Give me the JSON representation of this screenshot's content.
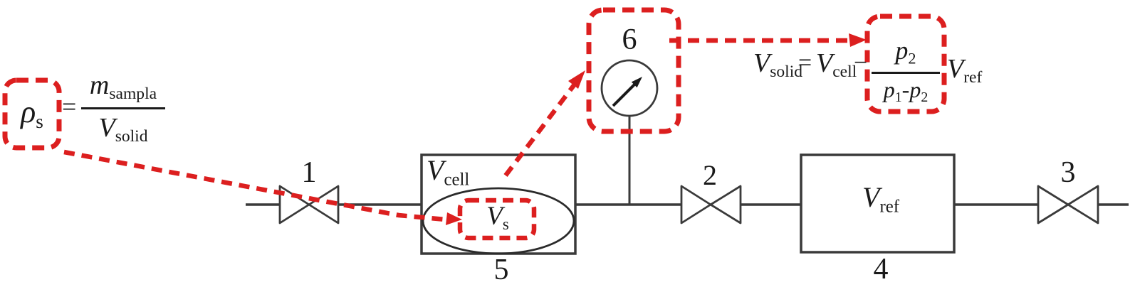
{
  "colors": {
    "accent_red": "#dc1f1f",
    "line_dark": "#3a3a3a",
    "text": "#1a1a1a"
  },
  "labels": {
    "valve1": "1",
    "valve2": "2",
    "valve3": "3",
    "reference_tank": "4",
    "sample_cell": "5",
    "pressure_gauge": "6"
  },
  "volumes": {
    "cell": {
      "base": "V",
      "sub": "cell"
    },
    "sample": {
      "base": "V",
      "sub": "s"
    },
    "reference": {
      "base": "V",
      "sub": "ref"
    }
  },
  "formula_density": {
    "lhs_base": "ρ",
    "lhs_sub": "s",
    "equals": "=",
    "num_base": "m",
    "num_sub": "sampla",
    "den_base": "V",
    "den_sub": "solid"
  },
  "formula_volume": {
    "lhs_base": "V",
    "lhs_sub": "solid",
    "equals": "=",
    "term1_base": "V",
    "term1_sub": "cell",
    "minus": "−",
    "num_base": "p",
    "num_sub": "2",
    "den1_base": "p",
    "den1_sub": "1",
    "den_minus": "-",
    "den2_base": "p",
    "den2_sub": "2",
    "term2_base": "V",
    "term2_sub": "ref"
  }
}
